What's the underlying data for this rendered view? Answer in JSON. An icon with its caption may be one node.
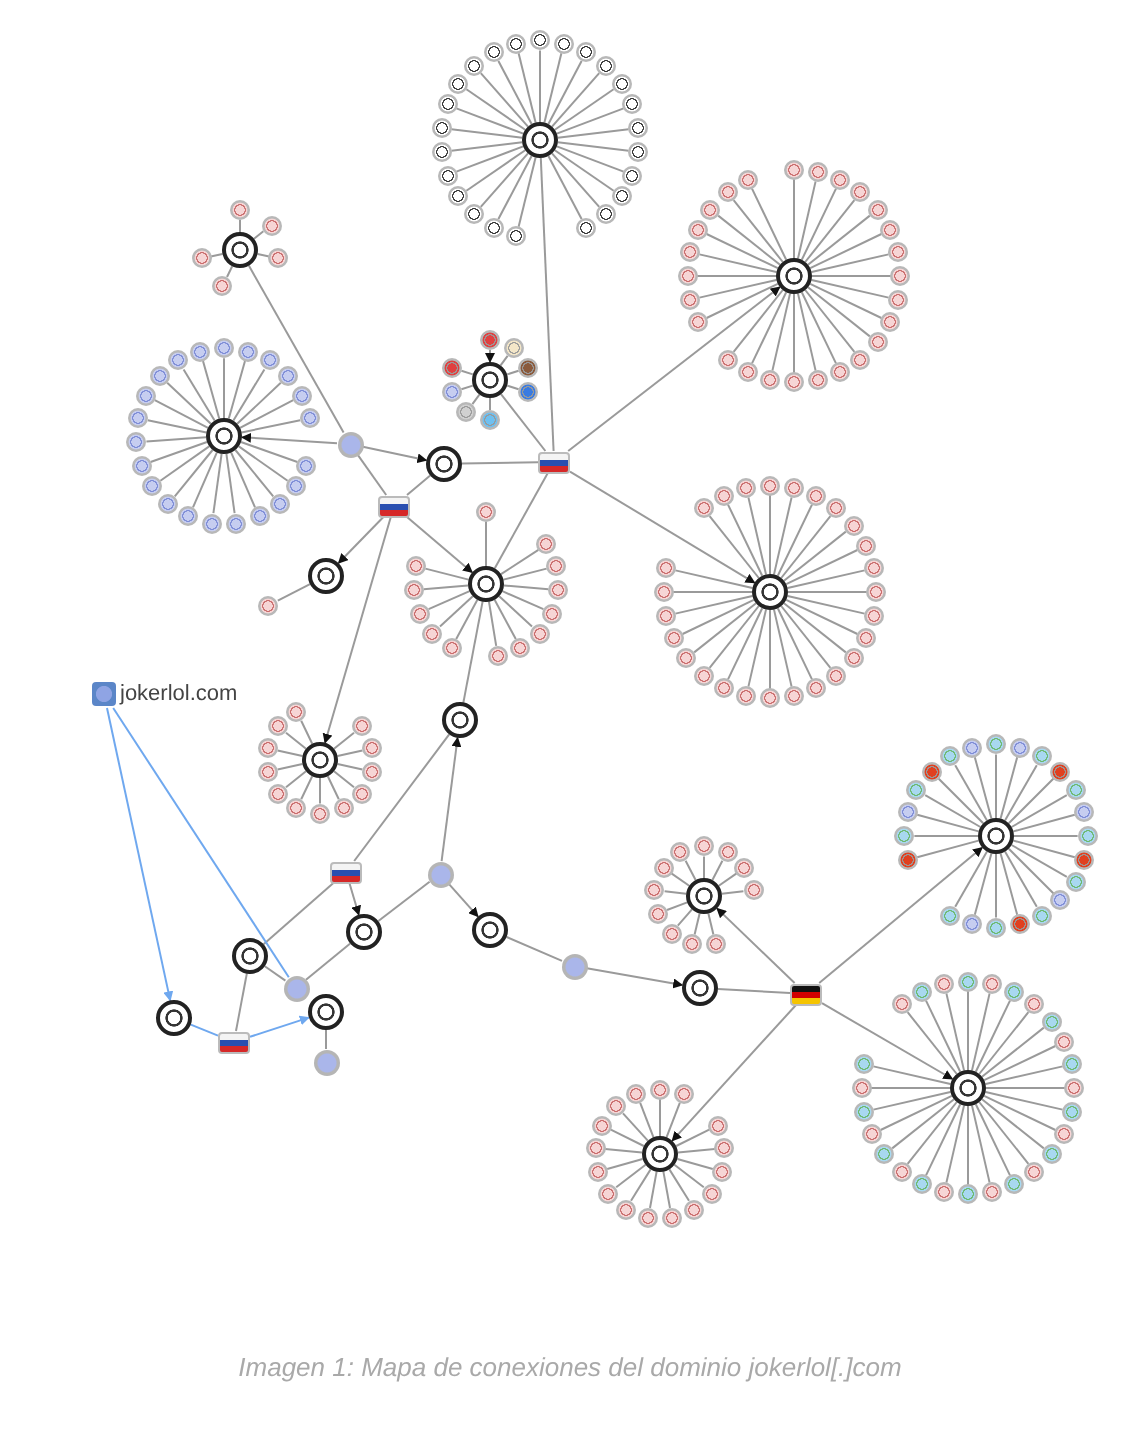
{
  "diagram": {
    "caption": "Imagen 1: Mapa de conexiones del dominio jokerlol[.]com",
    "nodes": [
      {
        "text": [
          "jokerlol.com"
        ]
      },
      {
        "text": [],
        "shape": "circle"
      },
      {
        "text": [],
        "shape": "circle"
      },
      {
        "text": [],
        "shape": "circle"
      },
      {
        "text": [],
        "shape": "circle"
      },
      {
        "text": [],
        "shape": "circle"
      },
      {
        "text": [],
        "shape": "flag"
      },
      {
        "text": [],
        "shape": "circle"
      },
      {
        "text": [],
        "shape": "flag"
      },
      {
        "text": [],
        "shape": "circle"
      },
      {
        "text": [],
        "shape": "circle"
      },
      {
        "text": [],
        "shape": "circle"
      },
      {
        "text": [],
        "shape": "circle"
      },
      {
        "text": [],
        "shape": "circle"
      },
      {
        "text": [],
        "shape": "circle"
      },
      {
        "text": [],
        "shape": "flag"
      },
      {
        "text": [],
        "shape": "circle"
      },
      {
        "text": [],
        "shape": "circle"
      },
      {
        "text": [],
        "shape": "circle"
      },
      {
        "text": [],
        "shape": "circle"
      },
      {
        "text": [],
        "shape": "circle"
      },
      {
        "text": [],
        "shape": "flag"
      },
      {
        "text": [],
        "shape": "circle"
      },
      {
        "text": [],
        "shape": "circle"
      },
      {
        "text": [],
        "shape": "flag"
      },
      {
        "text": [],
        "shape": "circle"
      },
      {
        "text": [],
        "shape": "circle"
      },
      {
        "text": [],
        "shape": "circle"
      },
      {
        "text": [],
        "shape": "circle"
      },
      {
        "text": [],
        "shape": "circle"
      },
      {
        "text": [],
        "shape": "circle"
      },
      {
        "text": [],
        "shape": "circle"
      },
      {
        "text": [],
        "shape": "circle"
      },
      {
        "text": [],
        "shape": "circle"
      },
      {
        "text": [],
        "shape": "circle"
      },
      {
        "text": [],
        "shape": "circle"
      },
      {
        "text": [],
        "shape": "circle"
      },
      {
        "text": [],
        "shape": "circle"
      },
      {
        "text": [],
        "shape": "circle"
      },
      {
        "text": [],
        "shape": "circle"
      },
      {
        "text": [],
        "shape": "circle"
      },
      {
        "text": [],
        "shape": "circle"
      },
      {
        "text": [],
        "shape": "circle"
      },
      {
        "text": [],
        "shape": "circle"
      },
      {
        "text": [],
        "shape": "circle"
      },
      {
        "text": [],
        "shape": "circle"
      },
      {
        "text": [],
        "shape": "circle"
      },
      {
        "text": [],
        "shape": "circle"
      },
      {
        "text": [],
        "shape": "circle"
      },
      {
        "text": [],
        "shape": "circle"
      },
      {
        "text": [],
        "shape": "circle"
      },
      {
        "text": [],
        "shape": "circle"
      },
      {
        "text": [],
        "shape": "circle"
      },
      {
        "text": [],
        "shape": "circle"
      },
      {
        "text": [],
        "shape": "circle"
      },
      {
        "text": [],
        "shape": "circle"
      },
      {
        "text": [],
        "shape": "circle"
      },
      {
        "text": [],
        "shape": "circle"
      },
      {
        "text": [],
        "shape": "circle"
      },
      {
        "text": [],
        "shape": "circle"
      },
      {
        "text": [],
        "shape": "circle"
      },
      {
        "text": [],
        "shape": "circle"
      },
      {
        "text": [],
        "shape": "circle"
      },
      {
        "text": [],
        "shape": "circle"
      },
      {
        "text": [],
        "shape": "circle"
      },
      {
        "text": [],
        "shape": "circle"
      },
      {
        "text": [],
        "shape": "circle"
      },
      {
        "text": [],
        "shape": "circle"
      },
      {
        "text": [],
        "shape": "circle"
      },
      {
        "text": [],
        "shape": "circle"
      },
      {
        "text": [],
        "shape": "circle"
      },
      {
        "text": [],
        "shape": "circle"
      },
      {
        "text": [],
        "shape": "circle"
      },
      {
        "text": [],
        "shape": "circle"
      },
      {
        "text": [],
        "shape": "circle"
      },
      {
        "text": [],
        "shape": "circle"
      },
      {
        "text": [],
        "shape": "circle"
      },
      {
        "text": [],
        "shape": "circle"
      },
      {
        "text": [],
        "shape": "circle"
      },
      {
        "text": [],
        "shape": "circle"
      },
      {
        "text": [],
        "shape": "circle"
      },
      {
        "text": [],
        "shape": "circle"
      },
      {
        "text": [],
        "shape": "circle"
      },
      {
        "text": [],
        "shape": "circle"
      },
      {
        "text": [],
        "shape": "circle"
      },
      {
        "text": [],
        "shape": "circle"
      },
      {
        "text": [],
        "shape": "circle"
      },
      {
        "text": [],
        "shape": "circle"
      },
      {
        "text": [],
        "shape": "circle"
      },
      {
        "text": [],
        "shape": "circle"
      },
      {
        "text": [],
        "shape": "circle"
      },
      {
        "text": [],
        "shape": "circle"
      },
      {
        "text": [],
        "shape": "circle"
      },
      {
        "text": [],
        "shape": "circle"
      },
      {
        "text": [],
        "shape": "circle"
      },
      {
        "text": [],
        "shape": "circle"
      },
      {
        "text": [],
        "shape": "circle"
      },
      {
        "text": [],
        "shape": "circle"
      },
      {
        "text": [],
        "shape": "circle"
      },
      {
        "text": [],
        "shape": "circle"
      },
      {
        "text": [],
        "shape": "circle"
      },
      {
        "text": [],
        "shape": "circle"
      },
      {
        "text": [],
        "shape": "circle"
      },
      {
        "text": [],
        "shape": "circle"
      },
      {
        "text": [],
        "shape": "circle"
      },
      {
        "text": [],
        "shape": "circle"
      },
      {
        "text": [],
        "shape": "circle"
      },
      {
        "text": [],
        "shape": "circle"
      },
      {
        "text": [],
        "shape": "circle"
      },
      {
        "text": [],
        "shape": "circle"
      },
      {
        "text": [],
        "shape": "circle"
      },
      {
        "text": [],
        "shape": "circle"
      },
      {
        "text": [],
        "shape": "circle"
      },
      {
        "text": [],
        "shape": "circle"
      },
      {
        "text": [],
        "shape": "circle"
      },
      {
        "text": [],
        "shape": "circle"
      },
      {
        "text": [],
        "shape": "circle"
      },
      {
        "text": [],
        "shape": "circle"
      },
      {
        "text": [],
        "shape": "circle"
      },
      {
        "text": [],
        "shape": "circle"
      },
      {
        "text": [],
        "shape": "circle"
      },
      {
        "text": [],
        "shape": "circle"
      },
      {
        "text": [],
        "shape": "circle"
      },
      {
        "text": [],
        "shape": "circle"
      },
      {
        "text": [],
        "shape": "circle"
      },
      {
        "text": [],
        "shape": "circle"
      },
      {
        "text": [],
        "shape": "circle"
      },
      {
        "text": [],
        "shape": "circle"
      },
      {
        "text": [],
        "shape": "circle"
      },
      {
        "text": [],
        "shape": "circle"
      },
      {
        "text": [],
        "shape": "circle"
      },
      {
        "text": [],
        "shape": "circle"
      },
      {
        "text": [],
        "shape": "circle"
      },
      {
        "text": [],
        "shape": "circle"
      },
      {
        "text": [],
        "shape": "circle"
      },
      {
        "text": [],
        "shape": "circle"
      },
      {
        "text": [],
        "shape": "circle"
      },
      {
        "text": [],
        "shape": "circle"
      },
      {
        "text": [],
        "shape": "circle"
      },
      {
        "text": [],
        "shape": "circle"
      },
      {
        "text": [],
        "shape": "circle"
      },
      {
        "text": [],
        "shape": "circle"
      },
      {
        "text": [],
        "shape": "circle"
      },
      {
        "text": [],
        "shape": "circle"
      },
      {
        "text": [],
        "shape": "circle"
      },
      {
        "text": [],
        "shape": "circle"
      },
      {
        "text": [],
        "shape": "circle"
      },
      {
        "text": [],
        "shape": "circle"
      },
      {
        "text": [],
        "shape": "circle"
      },
      {
        "text": [],
        "shape": "circle"
      },
      {
        "text": [],
        "shape": "circle"
      },
      {
        "text": [],
        "shape": "circle"
      },
      {
        "text": [],
        "shape": "circle"
      },
      {
        "text": [],
        "shape": "circle"
      },
      {
        "text": [],
        "shape": "circle"
      },
      {
        "text": [],
        "shape": "circle"
      },
      {
        "text": [],
        "shape": "circle"
      },
      {
        "text": [],
        "shape": "circle"
      },
      {
        "text": [],
        "shape": "circle"
      },
      {
        "text": [],
        "shape": "circle"
      },
      {
        "text": [],
        "shape": "circle"
      },
      {
        "text": [],
        "shape": "circle"
      },
      {
        "text": [],
        "shape": "circle"
      },
      {
        "text": [],
        "shape": "circle"
      },
      {
        "text": [],
        "shape": "circle"
      },
      {
        "text": [],
        "shape": "circle"
      },
      {
        "text": [],
        "shape": "circle"
      },
      {
        "text": [],
        "shape": "circle"
      },
      {
        "text": [],
        "shape": "circle"
      },
      {
        "text": [],
        "shape": "circle"
      },
      {
        "text": [],
        "shape": "circle"
      },
      {
        "text": [],
        "shape": "circle"
      },
      {
        "text": [],
        "shape": "circle"
      },
      {
        "text": [],
        "shape": "circle"
      },
      {
        "text": [],
        "shape": "circle"
      },
      {
        "text": [],
        "shape": "circle"
      },
      {
        "text": [],
        "shape": "circle"
      },
      {
        "text": [],
        "shape": "circle"
      },
      {
        "text": [],
        "shape": "circle"
      },
      {
        "text": [],
        "shape": "circle"
      },
      {
        "text": [],
        "shape": "circle"
      },
      {
        "text": [],
        "shape": "circle"
      },
      {
        "text": [],
        "shape": "circle"
      },
      {
        "text": [],
        "shape": "circle"
      },
      {
        "text": [],
        "shape": "circle"
      },
      {
        "text": [],
        "shape": "circle"
      },
      {
        "text": [],
        "shape": "circle"
      },
      {
        "text": [],
        "shape": "circle"
      },
      {
        "text": [],
        "shape": "circle"
      },
      {
        "text": [],
        "shape": "circle"
      },
      {
        "text": [],
        "shape": "circle"
      },
      {
        "text": [],
        "shape": "circle"
      },
      {
        "text": [],
        "shape": "circle"
      },
      {
        "text": [],
        "shape": "circle"
      },
      {
        "text": [],
        "shape": "circle"
      },
      {
        "text": [],
        "shape": "circle"
      },
      {
        "text": [],
        "shape": "circle"
      },
      {
        "text": [],
        "shape": "circle"
      },
      {
        "text": [],
        "shape": "circle"
      },
      {
        "text": [],
        "shape": "circle"
      },
      {
        "text": [],
        "shape": "circle"
      },
      {
        "text": [],
        "shape": "circle"
      },
      {
        "text": [],
        "shape": "circle"
      },
      {
        "text": [],
        "shape": "circle"
      },
      {
        "text": [],
        "shape": "circle"
      },
      {
        "text": [],
        "shape": "circle"
      },
      {
        "text": [],
        "shape": "circle"
      },
      {
        "text": [],
        "shape": "circle"
      },
      {
        "text": [],
        "shape": "circle"
      },
      {
        "text": [],
        "shape": "circle"
      },
      {
        "text": [],
        "shape": "circle"
      },
      {
        "text": [],
        "shape": "circle"
      },
      {
        "text": [],
        "shape": "circle"
      },
      {
        "text": [],
        "shape": "circle"
      },
      {
        "text": [],
        "shape": "circle"
      },
      {
        "text": [],
        "shape": "circle"
      },
      {
        "text": [],
        "shape": "circle"
      },
      {
        "text": [],
        "shape": "circle"
      },
      {
        "text": [],
        "shape": "circle"
      },
      {
        "text": [],
        "shape": "circle"
      },
      {
        "text": [],
        "shape": "circle"
      },
      {
        "text": [],
        "shape": "circle"
      },
      {
        "text": [],
        "shape": "circle"
      },
      {
        "text": [],
        "shape": "circle"
      },
      {
        "text": [],
        "shape": "circle"
      },
      {
        "text": [],
        "shape": "circle"
      },
      {
        "text": [],
        "shape": "circle"
      },
      {
        "text": [],
        "shape": "circle"
      },
      {
        "text": [],
        "shape": "circle"
      },
      {
        "text": [],
        "shape": "circle"
      },
      {
        "text": [],
        "shape": "circle"
      },
      {
        "text": [],
        "shape": "circle"
      },
      {
        "text": [],
        "shape": "circle"
      },
      {
        "text": [],
        "shape": "circle"
      },
      {
        "text": [],
        "shape": "circle"
      },
      {
        "text": [],
        "shape": "circle"
      },
      {
        "text": [],
        "shape": "circle"
      },
      {
        "text": [],
        "shape": "circle"
      },
      {
        "text": [],
        "shape": "circle"
      },
      {
        "text": [],
        "shape": "circle"
      },
      {
        "text": [],
        "shape": "circle"
      },
      {
        "text": [],
        "shape": "circle"
      },
      {
        "text": [],
        "shape": "circle"
      },
      {
        "text": [],
        "shape": "circle"
      }
    ],
    "edges": [
      {
        "from": 1,
        "to": 8,
        "arrow": "none"
      },
      {
        "from": 2,
        "to": 4,
        "arrow": "none"
      },
      {
        "from": 4,
        "to": 3,
        "arrow": "to"
      },
      {
        "from": 4,
        "to": 5,
        "arrow": "to"
      },
      {
        "from": 4,
        "to": 6,
        "arrow": "none"
      },
      {
        "from": 6,
        "to": 5,
        "arrow": "none"
      },
      {
        "from": 5,
        "to": 8,
        "arrow": "none"
      },
      {
        "from": 8,
        "to": 7,
        "arrow": "none"
      },
      {
        "from": 8,
        "to": 9,
        "arrow": "to"
      },
      {
        "from": 8,
        "to": 10,
        "arrow": "to"
      },
      {
        "from": 8,
        "to": 12,
        "arrow": "none"
      },
      {
        "from": 6,
        "to": 11,
        "arrow": "to"
      },
      {
        "from": 6,
        "to": 13,
        "arrow": "to"
      },
      {
        "from": 6,
        "to": 12,
        "arrow": "to"
      },
      {
        "from": 12,
        "to": 14,
        "arrow": "none"
      },
      {
        "from": 15,
        "to": 14,
        "arrow": "none"
      },
      {
        "from": 16,
        "to": 14,
        "arrow": "to"
      },
      {
        "from": 15,
        "to": 17,
        "arrow": "to"
      },
      {
        "from": 17,
        "to": 16,
        "arrow": "none"
      },
      {
        "from": 16,
        "to": 18,
        "arrow": "to"
      },
      {
        "from": 18,
        "to": 19,
        "arrow": "none"
      },
      {
        "from": 19,
        "to": 20,
        "arrow": "to"
      },
      {
        "from": 20,
        "to": 21,
        "arrow": "none"
      },
      {
        "from": 21,
        "to": 28,
        "arrow": "to"
      },
      {
        "from": 21,
        "to": 29,
        "arrow": "to"
      },
      {
        "from": 21,
        "to": 30,
        "arrow": "to"
      },
      {
        "from": 21,
        "to": 31,
        "arrow": "to"
      },
      {
        "from": 15,
        "to": 22,
        "arrow": "none"
      },
      {
        "from": 17,
        "to": 25,
        "arrow": "none"
      },
      {
        "from": 22,
        "to": 24,
        "arrow": "none"
      },
      {
        "from": 22,
        "to": 25,
        "arrow": "none"
      },
      {
        "from": 0,
        "to": 23,
        "arrow": "to",
        "color": "#6fa8ef"
      },
      {
        "from": 0,
        "to": 25,
        "arrow": "none",
        "color": "#6fa8ef"
      },
      {
        "from": 23,
        "to": 24,
        "arrow": "none",
        "color": "#6fa8ef"
      },
      {
        "from": 24,
        "to": 26,
        "arrow": "to",
        "color": "#6fa8ef"
      },
      {
        "from": 26,
        "to": 27,
        "arrow": "none"
      },
      {
        "from": 1,
        "to": 32,
        "arrow": "none"
      },
      {
        "from": 1,
        "to": 33,
        "arrow": "none"
      },
      {
        "from": 1,
        "to": 34,
        "arrow": "none"
      },
      {
        "from": 1,
        "to": 35,
        "arrow": "none"
      },
      {
        "from": 1,
        "to": 36,
        "arrow": "none"
      },
      {
        "from": 1,
        "to": 37,
        "arrow": "none"
      },
      {
        "from": 1,
        "to": 38,
        "arrow": "none"
      },
      {
        "from": 1,
        "to": 39,
        "arrow": "none"
      },
      {
        "from": 1,
        "to": 40,
        "arrow": "none"
      },
      {
        "from": 1,
        "to": 41,
        "arrow": "none"
      },
      {
        "from": 1,
        "to": 42,
        "arrow": "none"
      },
      {
        "from": 1,
        "to": 43,
        "arrow": "none"
      },
      {
        "from": 1,
        "to": 44,
        "arrow": "none"
      },
      {
        "from": 1,
        "to": 45,
        "arrow": "none"
      },
      {
        "from": 1,
        "to": 46,
        "arrow": "none"
      },
      {
        "from": 1,
        "to": 47,
        "arrow": "none"
      },
      {
        "from": 1,
        "to": 48,
        "arrow": "none"
      },
      {
        "from": 1,
        "to": 49,
        "arrow": "none"
      },
      {
        "from": 1,
        "to": 50,
        "arrow": "none"
      },
      {
        "from": 1,
        "to": 51,
        "arrow": "none"
      },
      {
        "from": 1,
        "to": 52,
        "arrow": "none"
      },
      {
        "from": 1,
        "to": 53,
        "arrow": "none"
      },
      {
        "from": 1,
        "to": 54,
        "arrow": "none"
      },
      {
        "from": 1,
        "to": 55,
        "arrow": "none"
      },
      {
        "from": 2,
        "to": 56,
        "arrow": "none"
      },
      {
        "from": 2,
        "to": 57,
        "arrow": "none"
      },
      {
        "from": 2,
        "to": 58,
        "arrow": "none"
      },
      {
        "from": 2,
        "to": 59,
        "arrow": "none"
      },
      {
        "from": 2,
        "to": 60,
        "arrow": "none"
      },
      {
        "from": 3,
        "to": 61,
        "arrow": "none"
      },
      {
        "from": 3,
        "to": 62,
        "arrow": "none"
      },
      {
        "from": 3,
        "to": 63,
        "arrow": "none"
      },
      {
        "from": 3,
        "to": 64,
        "arrow": "none"
      },
      {
        "from": 3,
        "to": 65,
        "arrow": "none"
      },
      {
        "from": 3,
        "to": 66,
        "arrow": "none"
      },
      {
        "from": 3,
        "to": 67,
        "arrow": "none"
      },
      {
        "from": 3,
        "to": 68,
        "arrow": "none"
      },
      {
        "from": 3,
        "to": 69,
        "arrow": "none"
      },
      {
        "from": 3,
        "to": 70,
        "arrow": "none"
      },
      {
        "from": 3,
        "to": 71,
        "arrow": "none"
      },
      {
        "from": 3,
        "to": 72,
        "arrow": "none"
      },
      {
        "from": 3,
        "to": 73,
        "arrow": "none"
      },
      {
        "from": 3,
        "to": 74,
        "arrow": "none"
      },
      {
        "from": 3,
        "to": 75,
        "arrow": "none"
      },
      {
        "from": 3,
        "to": 76,
        "arrow": "none"
      },
      {
        "from": 3,
        "to": 77,
        "arrow": "none"
      },
      {
        "from": 3,
        "to": 78,
        "arrow": "none"
      },
      {
        "from": 3,
        "to": 79,
        "arrow": "none"
      },
      {
        "from": 3,
        "to": 80,
        "arrow": "none"
      },
      {
        "from": 3,
        "to": 81,
        "arrow": "none"
      },
      {
        "from": 3,
        "to": 82,
        "arrow": "none"
      },
      {
        "from": 83,
        "to": 7,
        "arrow": "to"
      },
      {
        "from": 7,
        "to": 84,
        "arrow": "none"
      },
      {
        "from": 7,
        "to": 85,
        "arrow": "none"
      },
      {
        "from": 7,
        "to": 86,
        "arrow": "none"
      },
      {
        "from": 7,
        "to": 87,
        "arrow": "none"
      },
      {
        "from": 7,
        "to": 88,
        "arrow": "none"
      },
      {
        "from": 7,
        "to": 89,
        "arrow": "none"
      },
      {
        "from": 7,
        "to": 90,
        "arrow": "none"
      },
      {
        "from": 9,
        "to": 91,
        "arrow": "none"
      },
      {
        "from": 9,
        "to": 92,
        "arrow": "none"
      },
      {
        "from": 9,
        "to": 93,
        "arrow": "none"
      },
      {
        "from": 9,
        "to": 94,
        "arrow": "none"
      },
      {
        "from": 9,
        "to": 95,
        "arrow": "none"
      },
      {
        "from": 9,
        "to": 96,
        "arrow": "none"
      },
      {
        "from": 9,
        "to": 97,
        "arrow": "none"
      },
      {
        "from": 9,
        "to": 98,
        "arrow": "none"
      },
      {
        "from": 9,
        "to": 99,
        "arrow": "none"
      },
      {
        "from": 9,
        "to": 100,
        "arrow": "none"
      },
      {
        "from": 9,
        "to": 101,
        "arrow": "none"
      },
      {
        "from": 9,
        "to": 102,
        "arrow": "none"
      },
      {
        "from": 9,
        "to": 103,
        "arrow": "none"
      },
      {
        "from": 9,
        "to": 104,
        "arrow": "none"
      },
      {
        "from": 9,
        "to": 105,
        "arrow": "none"
      },
      {
        "from": 9,
        "to": 106,
        "arrow": "none"
      },
      {
        "from": 9,
        "to": 107,
        "arrow": "none"
      },
      {
        "from": 9,
        "to": 108,
        "arrow": "none"
      },
      {
        "from": 9,
        "to": 109,
        "arrow": "none"
      },
      {
        "from": 9,
        "to": 110,
        "arrow": "none"
      },
      {
        "from": 9,
        "to": 111,
        "arrow": "none"
      },
      {
        "from": 9,
        "to": 112,
        "arrow": "none"
      },
      {
        "from": 9,
        "to": 113,
        "arrow": "none"
      },
      {
        "from": 9,
        "to": 114,
        "arrow": "none"
      },
      {
        "from": 9,
        "to": 115,
        "arrow": "none"
      },
      {
        "from": 9,
        "to": 116,
        "arrow": "none"
      },
      {
        "from": 10,
        "to": 117,
        "arrow": "none"
      },
      {
        "from": 10,
        "to": 118,
        "arrow": "none"
      },
      {
        "from": 10,
        "to": 119,
        "arrow": "none"
      },
      {
        "from": 10,
        "to": 120,
        "arrow": "none"
      },
      {
        "from": 10,
        "to": 121,
        "arrow": "none"
      },
      {
        "from": 10,
        "to": 122,
        "arrow": "none"
      },
      {
        "from": 10,
        "to": 123,
        "arrow": "none"
      },
      {
        "from": 10,
        "to": 124,
        "arrow": "none"
      },
      {
        "from": 10,
        "to": 125,
        "arrow": "none"
      },
      {
        "from": 10,
        "to": 126,
        "arrow": "none"
      },
      {
        "from": 10,
        "to": 127,
        "arrow": "none"
      },
      {
        "from": 10,
        "to": 128,
        "arrow": "none"
      },
      {
        "from": 10,
        "to": 129,
        "arrow": "none"
      },
      {
        "from": 10,
        "to": 130,
        "arrow": "none"
      },
      {
        "from": 10,
        "to": 131,
        "arrow": "none"
      },
      {
        "from": 10,
        "to": 132,
        "arrow": "none"
      },
      {
        "from": 10,
        "to": 133,
        "arrow": "none"
      },
      {
        "from": 10,
        "to": 134,
        "arrow": "none"
      },
      {
        "from": 10,
        "to": 135,
        "arrow": "none"
      },
      {
        "from": 10,
        "to": 136,
        "arrow": "none"
      },
      {
        "from": 10,
        "to": 137,
        "arrow": "none"
      },
      {
        "from": 10,
        "to": 138,
        "arrow": "none"
      },
      {
        "from": 10,
        "to": 139,
        "arrow": "none"
      },
      {
        "from": 10,
        "to": 140,
        "arrow": "none"
      },
      {
        "from": 10,
        "to": 141,
        "arrow": "none"
      },
      {
        "from": 10,
        "to": 142,
        "arrow": "none"
      },
      {
        "from": 11,
        "to": 143,
        "arrow": "none"
      },
      {
        "from": 12,
        "to": 144,
        "arrow": "none"
      },
      {
        "from": 12,
        "to": 145,
        "arrow": "none"
      },
      {
        "from": 12,
        "to": 146,
        "arrow": "none"
      },
      {
        "from": 12,
        "to": 147,
        "arrow": "none"
      },
      {
        "from": 12,
        "to": 148,
        "arrow": "none"
      },
      {
        "from": 12,
        "to": 149,
        "arrow": "none"
      },
      {
        "from": 12,
        "to": 150,
        "arrow": "none"
      },
      {
        "from": 12,
        "to": 151,
        "arrow": "none"
      },
      {
        "from": 12,
        "to": 152,
        "arrow": "none"
      },
      {
        "from": 12,
        "to": 153,
        "arrow": "none"
      },
      {
        "from": 12,
        "to": 154,
        "arrow": "none"
      },
      {
        "from": 12,
        "to": 155,
        "arrow": "none"
      },
      {
        "from": 12,
        "to": 156,
        "arrow": "none"
      },
      {
        "from": 13,
        "to": 157,
        "arrow": "none"
      },
      {
        "from": 13,
        "to": 158,
        "arrow": "none"
      },
      {
        "from": 13,
        "to": 159,
        "arrow": "none"
      },
      {
        "from": 13,
        "to": 160,
        "arrow": "none"
      },
      {
        "from": 13,
        "to": 161,
        "arrow": "none"
      },
      {
        "from": 13,
        "to": 162,
        "arrow": "none"
      },
      {
        "from": 13,
        "to": 163,
        "arrow": "none"
      },
      {
        "from": 13,
        "to": 164,
        "arrow": "none"
      },
      {
        "from": 13,
        "to": 165,
        "arrow": "none"
      },
      {
        "from": 13,
        "to": 166,
        "arrow": "none"
      },
      {
        "from": 13,
        "to": 167,
        "arrow": "none"
      },
      {
        "from": 13,
        "to": 168,
        "arrow": "none"
      },
      {
        "from": 28,
        "to": 169,
        "arrow": "none"
      },
      {
        "from": 28,
        "to": 170,
        "arrow": "none"
      },
      {
        "from": 28,
        "to": 171,
        "arrow": "none"
      },
      {
        "from": 28,
        "to": 172,
        "arrow": "none"
      },
      {
        "from": 28,
        "to": 173,
        "arrow": "none"
      },
      {
        "from": 28,
        "to": 174,
        "arrow": "none"
      },
      {
        "from": 28,
        "to": 175,
        "arrow": "none"
      },
      {
        "from": 28,
        "to": 176,
        "arrow": "none"
      },
      {
        "from": 28,
        "to": 177,
        "arrow": "none"
      },
      {
        "from": 28,
        "to": 178,
        "arrow": "none"
      },
      {
        "from": 28,
        "to": 179,
        "arrow": "none"
      },
      {
        "from": 28,
        "to": 180,
        "arrow": "none"
      },
      {
        "from": 28,
        "to": 181,
        "arrow": "none"
      },
      {
        "from": 28,
        "to": 182,
        "arrow": "none"
      },
      {
        "from": 28,
        "to": 183,
        "arrow": "none"
      },
      {
        "from": 28,
        "to": 184,
        "arrow": "none"
      },
      {
        "from": 28,
        "to": 185,
        "arrow": "none"
      },
      {
        "from": 28,
        "to": 186,
        "arrow": "none"
      },
      {
        "from": 28,
        "to": 187,
        "arrow": "none"
      },
      {
        "from": 28,
        "to": 188,
        "arrow": "none"
      },
      {
        "from": 28,
        "to": 189,
        "arrow": "none"
      },
      {
        "from": 28,
        "to": 190,
        "arrow": "none"
      },
      {
        "from": 29,
        "to": 191,
        "arrow": "none"
      },
      {
        "from": 29,
        "to": 192,
        "arrow": "none"
      },
      {
        "from": 29,
        "to": 193,
        "arrow": "none"
      },
      {
        "from": 29,
        "to": 194,
        "arrow": "none"
      },
      {
        "from": 29,
        "to": 195,
        "arrow": "none"
      },
      {
        "from": 29,
        "to": 196,
        "arrow": "none"
      },
      {
        "from": 29,
        "to": 197,
        "arrow": "none"
      },
      {
        "from": 29,
        "to": 198,
        "arrow": "none"
      },
      {
        "from": 29,
        "to": 199,
        "arrow": "none"
      },
      {
        "from": 29,
        "to": 200,
        "arrow": "none"
      },
      {
        "from": 29,
        "to": 201,
        "arrow": "none"
      },
      {
        "from": 30,
        "to": 202,
        "arrow": "none"
      },
      {
        "from": 30,
        "to": 203,
        "arrow": "none"
      },
      {
        "from": 30,
        "to": 204,
        "arrow": "none"
      },
      {
        "from": 30,
        "to": 205,
        "arrow": "none"
      },
      {
        "from": 30,
        "to": 206,
        "arrow": "none"
      },
      {
        "from": 30,
        "to": 207,
        "arrow": "none"
      },
      {
        "from": 30,
        "to": 208,
        "arrow": "none"
      },
      {
        "from": 30,
        "to": 209,
        "arrow": "none"
      },
      {
        "from": 30,
        "to": 210,
        "arrow": "none"
      },
      {
        "from": 30,
        "to": 211,
        "arrow": "none"
      },
      {
        "from": 30,
        "to": 212,
        "arrow": "none"
      },
      {
        "from": 30,
        "to": 213,
        "arrow": "none"
      },
      {
        "from": 30,
        "to": 214,
        "arrow": "none"
      },
      {
        "from": 30,
        "to": 215,
        "arrow": "none"
      },
      {
        "from": 30,
        "to": 216,
        "arrow": "none"
      },
      {
        "from": 30,
        "to": 217,
        "arrow": "none"
      },
      {
        "from": 31,
        "to": 218,
        "arrow": "none"
      },
      {
        "from": 31,
        "to": 219,
        "arrow": "none"
      },
      {
        "from": 31,
        "to": 220,
        "arrow": "none"
      },
      {
        "from": 31,
        "to": 221,
        "arrow": "none"
      },
      {
        "from": 31,
        "to": 222,
        "arrow": "none"
      },
      {
        "from": 31,
        "to": 223,
        "arrow": "none"
      },
      {
        "from": 31,
        "to": 224,
        "arrow": "none"
      },
      {
        "from": 31,
        "to": 225,
        "arrow": "none"
      },
      {
        "from": 31,
        "to": 226,
        "arrow": "none"
      },
      {
        "from": 31,
        "to": 227,
        "arrow": "none"
      },
      {
        "from": 31,
        "to": 228,
        "arrow": "none"
      },
      {
        "from": 31,
        "to": 229,
        "arrow": "none"
      },
      {
        "from": 31,
        "to": 230,
        "arrow": "none"
      },
      {
        "from": 31,
        "to": 231,
        "arrow": "none"
      },
      {
        "from": 31,
        "to": 232,
        "arrow": "none"
      },
      {
        "from": 31,
        "to": 233,
        "arrow": "none"
      },
      {
        "from": 31,
        "to": 234,
        "arrow": "none"
      },
      {
        "from": 31,
        "to": 235,
        "arrow": "none"
      },
      {
        "from": 31,
        "to": 236,
        "arrow": "none"
      },
      {
        "from": 31,
        "to": 237,
        "arrow": "none"
      },
      {
        "from": 31,
        "to": 238,
        "arrow": "none"
      },
      {
        "from": 31,
        "to": 239,
        "arrow": "none"
      },
      {
        "from": 31,
        "to": 240,
        "arrow": "none"
      },
      {
        "from": 31,
        "to": 241,
        "arrow": "none"
      },
      {
        "from": 31,
        "to": 242,
        "arrow": "none"
      },
      {
        "from": 31,
        "to": 243,
        "arrow": "none"
      }
    ]
  }
}
